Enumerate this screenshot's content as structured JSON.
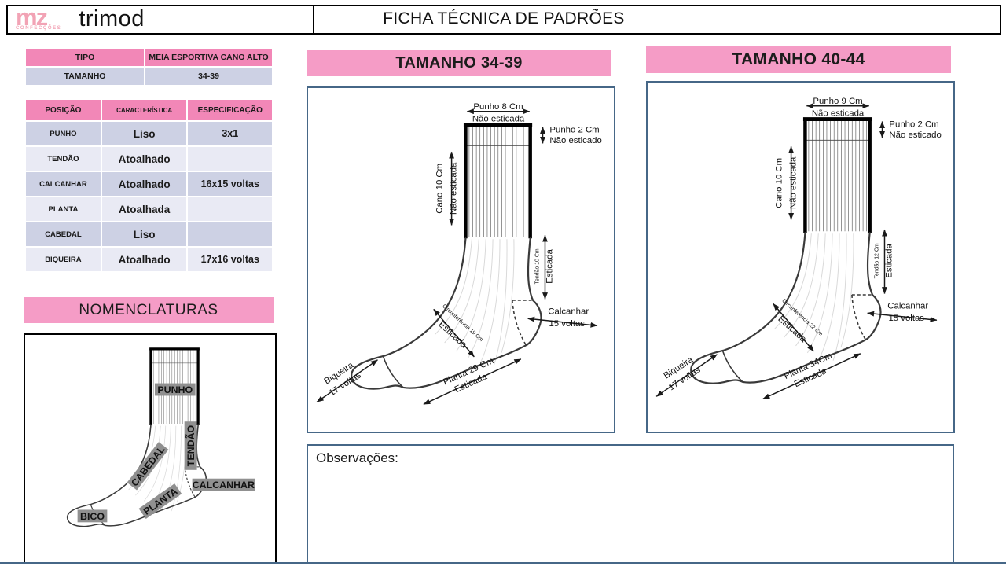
{
  "colors": {
    "pink-header": "#F287B7",
    "pink-banner": "#F59CC6",
    "lav-dark": "#CDD1E4",
    "lav-light": "#E9EAF4",
    "slate": "#466787",
    "label-gray": "#909090",
    "logo-pink": "#F2A3B5"
  },
  "header": {
    "logo_mz": "mz",
    "logo_sub": "CONFECÇÕES",
    "brand": "trimod",
    "title": "FICHA TÉCNICA DE PADRÕES"
  },
  "info_table": {
    "rows": [
      {
        "label": "TIPO",
        "value": "MEIA ESPORTIVA CANO ALTO"
      },
      {
        "label": "TAMANHO",
        "value": "34-39"
      }
    ]
  },
  "spec_table": {
    "headers": [
      "POSIÇÃO",
      "CARACTERÍSTICA",
      "ESPECIFICAÇÃO"
    ],
    "rows": [
      {
        "posicao": "PUNHO",
        "caracteristica": "Liso",
        "especificacao": "3x1"
      },
      {
        "posicao": "TENDÃO",
        "caracteristica": "Atoalhado",
        "especificacao": ""
      },
      {
        "posicao": "CALCANHAR",
        "caracteristica": "Atoalhado",
        "especificacao": "16x15 voltas"
      },
      {
        "posicao": "PLANTA",
        "caracteristica": "Atoalhada",
        "especificacao": ""
      },
      {
        "posicao": "CABEDAL",
        "caracteristica": "Liso",
        "especificacao": ""
      },
      {
        "posicao": "BIQUEIRA",
        "caracteristica": "Atoalhado",
        "especificacao": "17x16 voltas"
      }
    ]
  },
  "nomenclaturas": {
    "title": "NOMENCLATURAS",
    "labels": [
      "PUNHO",
      "TENDÃO",
      "CABEDAL",
      "CALCANHAR",
      "PLANTA",
      "BICO"
    ]
  },
  "size_diagrams": [
    {
      "title": "TAMANHO 34-39",
      "punho_largura": "Punho 8 Cm",
      "punho_largura_sub": "Não esticada",
      "punho_altura": "Punho 2 Cm",
      "punho_altura_sub": "Não esticado",
      "cano": "Cano 10 Cm",
      "cano_sub": "Não esticada",
      "tendao": "Tendão 10 Cm",
      "tendao_sub": "Esticada",
      "calcanhar": "Calcanhar",
      "calcanhar_sub": "15 voltas",
      "circunferencia": "Circunferência 19 Cm",
      "circunferencia_sub": "Esticada",
      "biqueira": "Biqueira",
      "biqueira_sub": "17 voltas",
      "planta": "Planta 29 Cm",
      "planta_sub": "Esticada"
    },
    {
      "title": "TAMANHO 40-44",
      "punho_largura": "Punho 9 Cm",
      "punho_largura_sub": "Não esticada",
      "punho_altura": "Punho 2 Cm",
      "punho_altura_sub": "Não esticado",
      "cano": "Cano 10 Cm",
      "cano_sub": "Não esticada",
      "tendao": "Tendão 12 Cm",
      "tendao_sub": "Esticada",
      "calcanhar": "Calcanhar",
      "calcanhar_sub": "15 voltas",
      "circunferencia": "Circunferência 22 Cm",
      "circunferencia_sub": "Esticada",
      "biqueira": "Biqueira",
      "biqueira_sub": "17 voltas",
      "planta": "Planta 34Cm",
      "planta_sub": "Esticada"
    }
  ],
  "observacoes": {
    "label": "Observações:"
  }
}
